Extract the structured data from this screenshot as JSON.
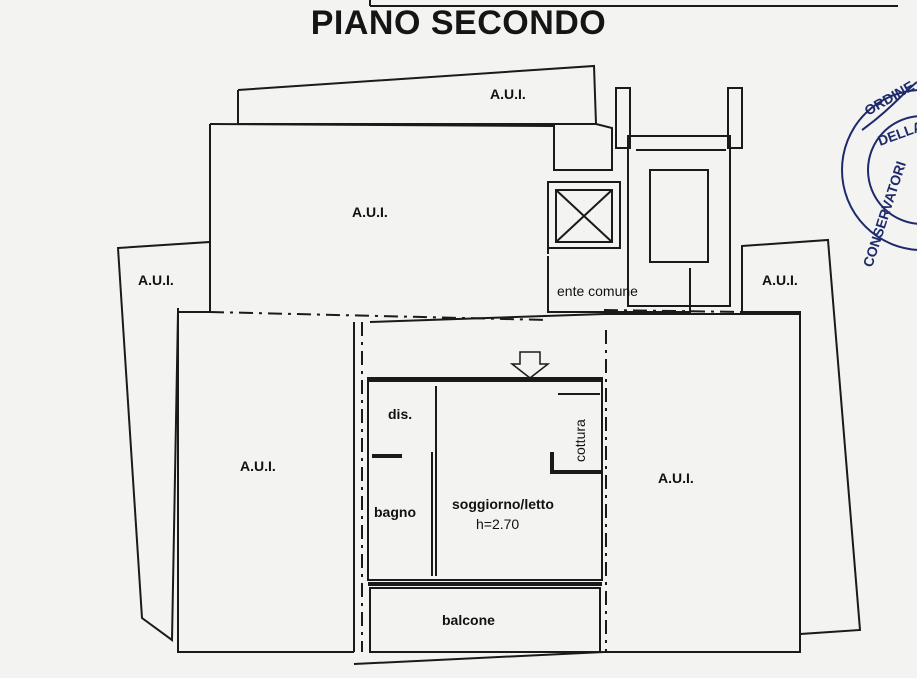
{
  "title": "PIANO SECONDO",
  "rooms": {
    "aui_top": "A.U.I.",
    "aui_upper": "A.U.I.",
    "aui_left": "A.U.I.",
    "aui_right_outer": "A.U.I.",
    "aui_lower_left": "A.U.I.",
    "aui_lower_right": "A.U.I.",
    "ente_comune": "ente comune",
    "dis": "dis.",
    "cottura": "cottura",
    "bagno": "bagno",
    "soggiorno": "soggiorno/letto",
    "height": "h=2.70",
    "balcone": "balcone"
  },
  "stamp": {
    "lettering": "CONSERVATORI ORDINE DELLA PR",
    "color": "#1d2a6b"
  }
}
